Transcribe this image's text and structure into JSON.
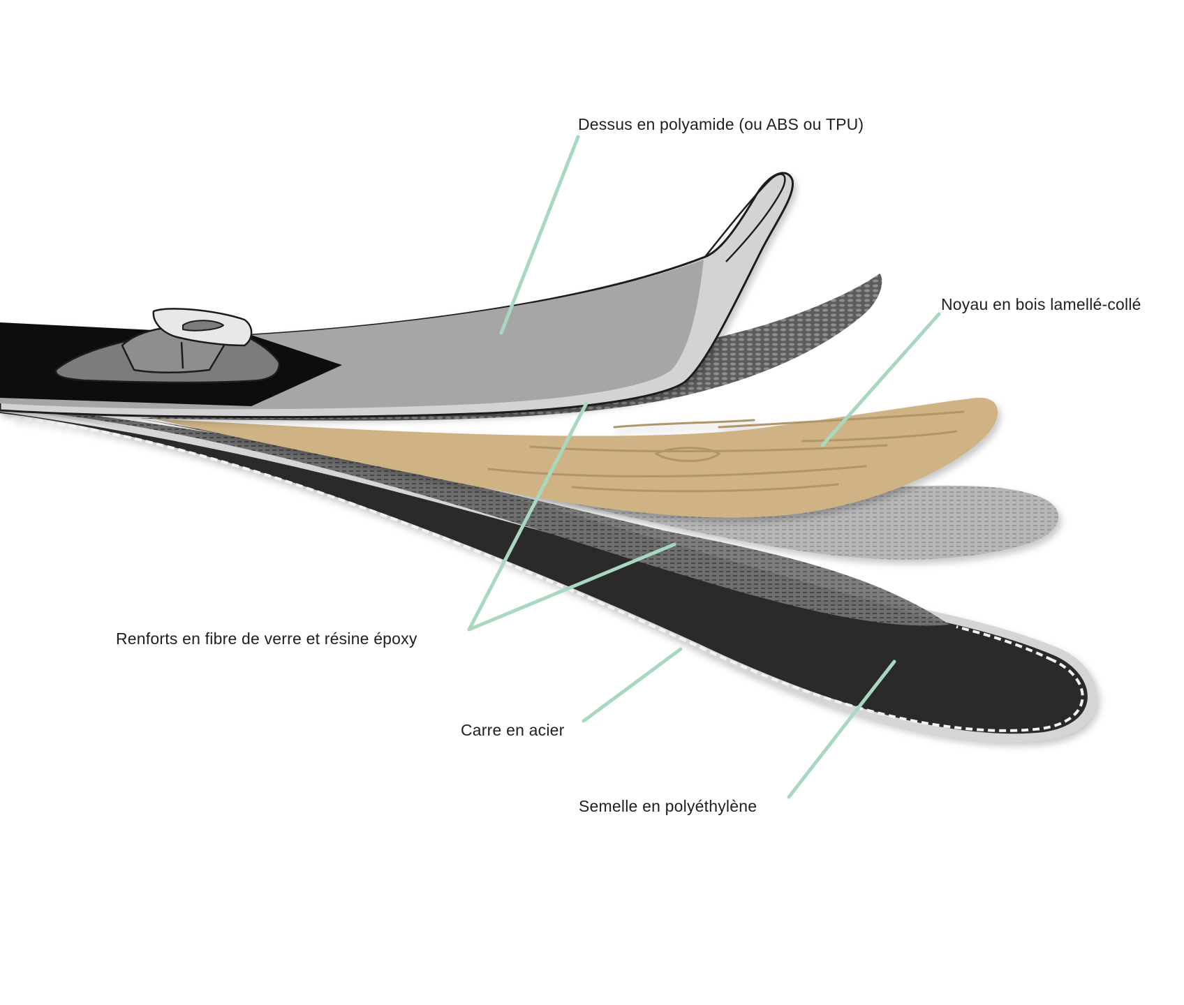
{
  "labels": {
    "topsheet": "Dessus en polyamide (ou ABS ou TPU)",
    "core": "Noyau en bois lamellé-collé",
    "fiberglass": "Renforts en fibre de verre et résine époxy",
    "edge": "Carre en acier",
    "base": "Semelle en polyéthylène"
  },
  "colors": {
    "leader": "#a8d8c0",
    "wood": "#cfb385",
    "base": "#2b2b2b",
    "topsheet": "#a6a6a6"
  }
}
